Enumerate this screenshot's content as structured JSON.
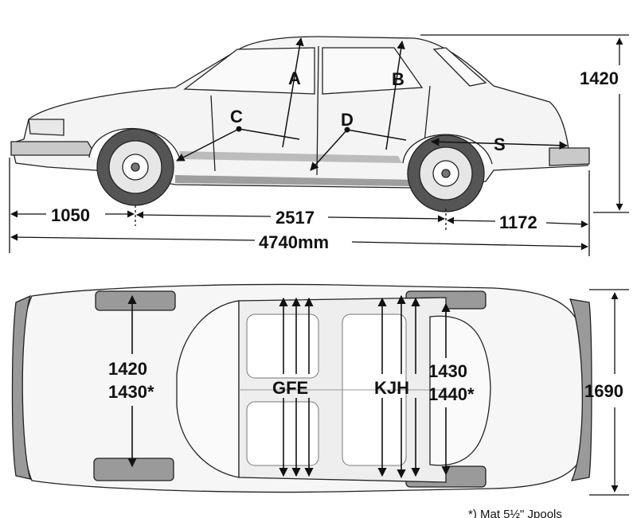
{
  "side_view": {
    "labels": {
      "a": "A",
      "b": "B",
      "c": "C",
      "d": "D",
      "s": "S"
    },
    "dimensions": {
      "height": "1420",
      "front_overhang": "1050",
      "wheelbase": "2517",
      "rear_overhang": "1172",
      "overall_length": "4740mm"
    }
  },
  "top_view": {
    "front_track": "1420",
    "front_track_alt": "1430*",
    "rear_track": "1430",
    "rear_track_alt": "1440*",
    "width": "1690",
    "front_labels": "GFE",
    "rear_labels": "KJH"
  },
  "footnote": "*) Mat 5½\" Jpools"
}
